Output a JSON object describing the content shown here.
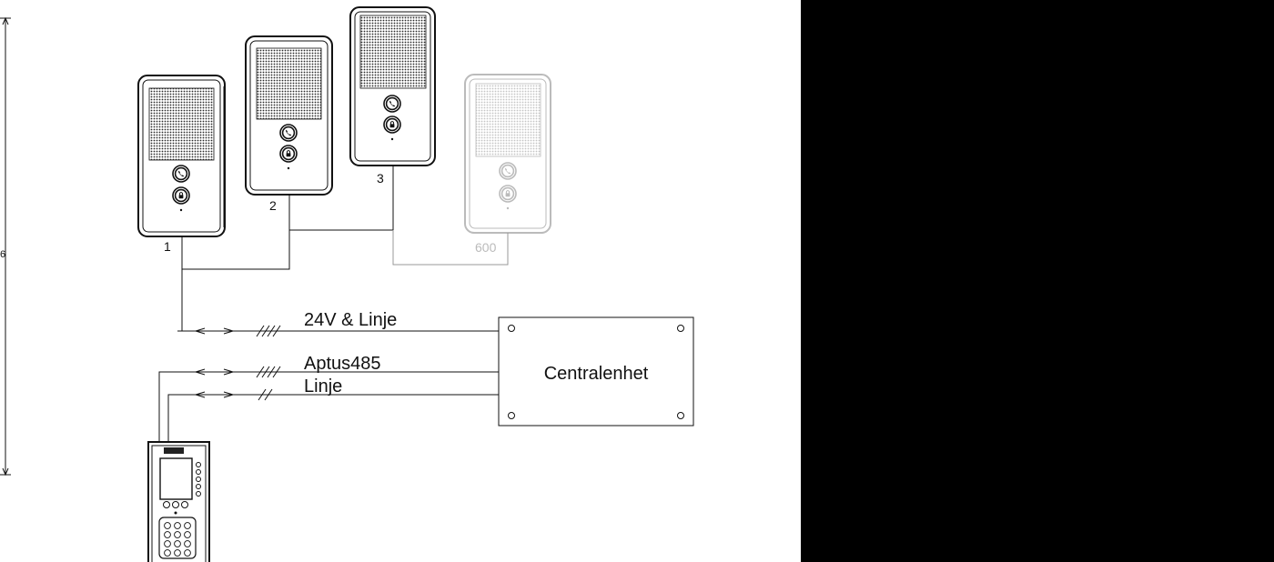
{
  "units": {
    "unit1": "1",
    "unit2": "2",
    "unit3": "3",
    "unit600": "600"
  },
  "cables": {
    "supply_line": "24V & Linje",
    "bus": "Aptus485",
    "line": "Linje"
  },
  "central_unit": "Centralenhet",
  "dimension_mark": "6",
  "colors": {
    "line": "#111111",
    "faded": "#bbbbbb",
    "panel_right": "#000000"
  },
  "icons": {
    "handset": "phone-icon",
    "door": "lock-icon"
  }
}
